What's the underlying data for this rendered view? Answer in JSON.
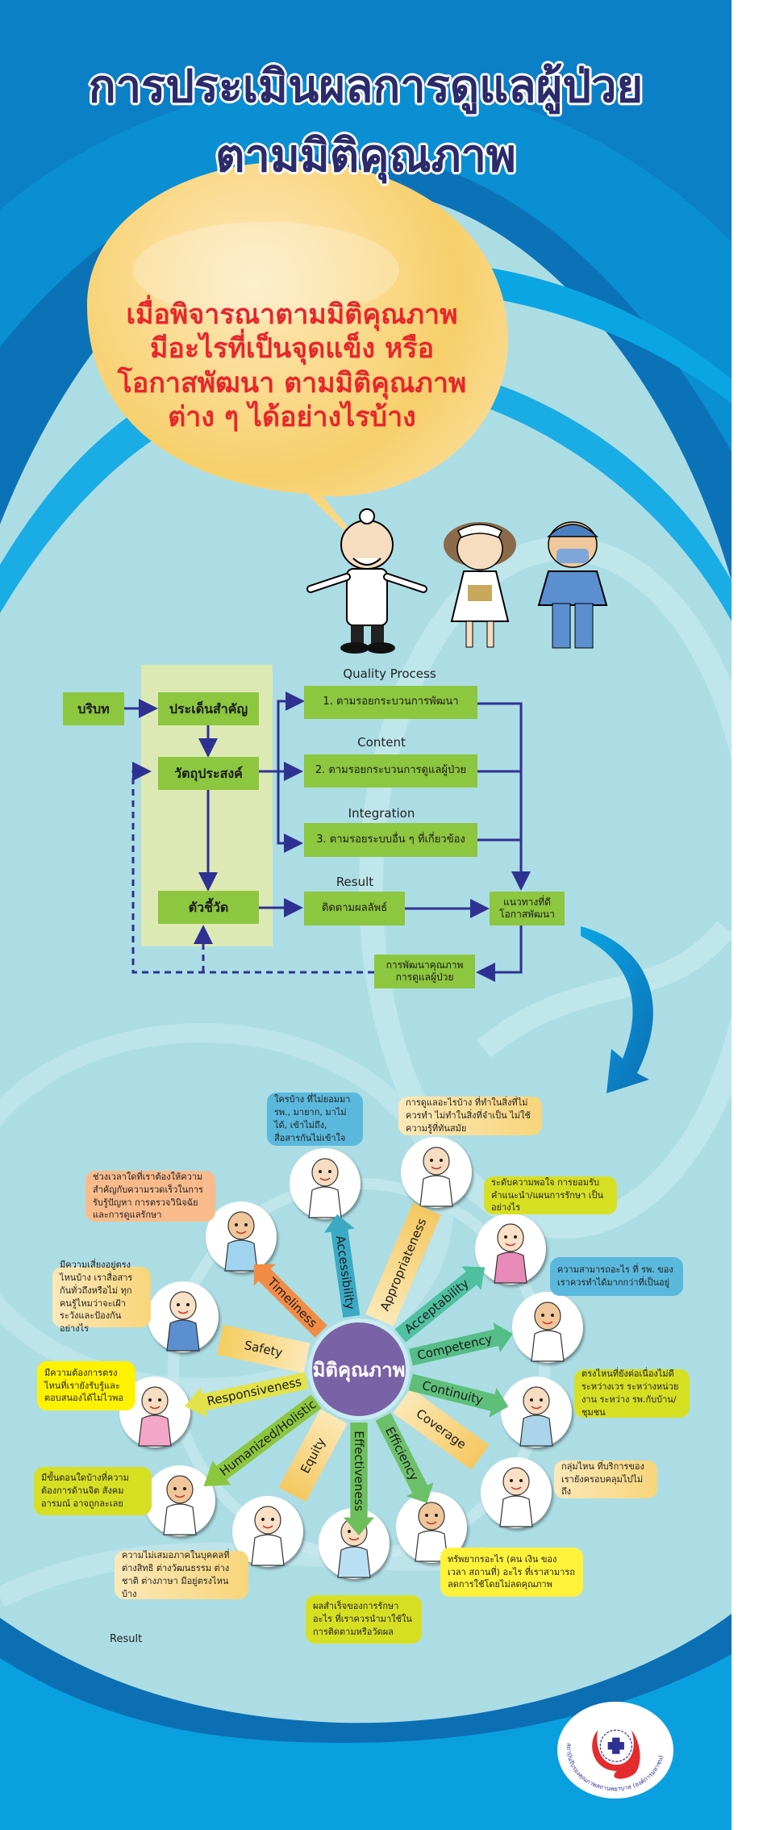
{
  "title": {
    "line1": "การประเมินผลการดูแลผู้ป่วย",
    "line2": "ตามมิติคุณภาพ"
  },
  "question": {
    "lines": [
      "เมื่อพิจารณาตามมิติคุณภาพ",
      "มีอะไรที่เป็นจุดแข็ง หรือ",
      "โอกาสพัฒนา ตามมิติคุณภาพ",
      "ต่าง ๆ ได้อย่างไรบ้าง"
    ]
  },
  "diagram": {
    "context": "บริบท",
    "key_issues": "ประเด็นสำคัญ",
    "objectives": "วัตถุประสงค์",
    "indicators": "ตัวชี้วัด",
    "quality_process_label": "Quality Process",
    "content_label": "Content",
    "integration_label": "Integration",
    "result_label": "Result",
    "track1": "1. ตามรอยกระบวนการพัฒนา",
    "track2": "2. ตามรอยกระบวนการดูแลผู้ป่วย",
    "track3": "3. ตามรอยระบบอื่น ๆ ที่เกี่ยวข้อง",
    "monitor": "ติดตามผลลัพธ์",
    "good_practice_line1": "แนวทางที่ดี",
    "good_practice_line2": "โอกาสพัฒนา",
    "improve_line1": "การพัฒนาคุณภาพ",
    "improve_line2": "การดูแลผู้ป่วย"
  },
  "dimensions": {
    "center": "มิติคุณภาพ",
    "spokes": [
      {
        "label": "Accessibility",
        "color": "#3aaac4",
        "shape": "arrow",
        "bubble_color": "#5ab8dc",
        "question": "ใครบ้าง ที่ไม่ยอมมา รพ., มายาก, มาไม่ได้, เข้าไม่ถึง, สื่อสารกันไม่เข้าใจ"
      },
      {
        "label": "Timeliness",
        "color": "#f28c45",
        "shape": "arrow",
        "bubble_color": "#f9bb8c",
        "question": "ช่วงเวลาใดที่เราต้องให้ความสำคัญกับความรวดเร็วในการรับรู้ปัญหา การตรวจวินิจฉัย และการดูแลรักษา"
      },
      {
        "label": "Safety",
        "color": "#f5cd5e",
        "shape": "bar",
        "bubble_color": "#f7d57a",
        "question": "มีความเสี่ยงอยู่ตรงไหนบ้าง เราสื่อสารกันทั่วถึงหรือไม่ ทุกคนรู้ไหมว่าจะเฝ้าระวังและป้องกันอย่างไร"
      },
      {
        "label": "Responsiveness",
        "color": "#e3e24a",
        "shape": "arrow",
        "bubble_color": "#fff200",
        "question": "มีความต้องการตรงไหนที่เรายังรับรู้และตอบสนองได้ไม่ไวพอ"
      },
      {
        "label": "Humanized/Holistic",
        "color": "#8cc63f",
        "shape": "arrow",
        "bubble_color": "#d7df23",
        "question": "มีขั้นตอนใดบ้างที่ความต้องการด้านจิต สังคม อารมณ์ อาจถูกละเลย"
      },
      {
        "label": "Equity",
        "color": "#f5c860",
        "shape": "bar",
        "bubble_color": "#f7d57a",
        "question": "ความไม่เสมอภาคในบุคคลที่ต่างสิทธิ ต่างวัฒนธรรม ต่างชาติ ต่างภาษา มีอยู่ตรงไหนบ้าง"
      },
      {
        "label": "Effectiveness",
        "color": "#6cbf5a",
        "shape": "arrow",
        "bubble_color": "#d7df23",
        "question": "ผลสำเร็จของการรักษาอะไร ที่เราควรนำมาใช้ในการติดตามหรือวัดผล"
      },
      {
        "label": "Efficiency",
        "color": "#6cc06a",
        "shape": "arrow",
        "bubble_color": "#fff23a",
        "question": "ทรัพยากรอะไร (คน เงิน ของ เวลา สถานที่) อะไร ที่เราสามารถลดการใช้โดยไม่ลดคุณภาพ"
      },
      {
        "label": "Coverage",
        "color": "#f5c860",
        "shape": "bar",
        "bubble_color": "#f7d57a",
        "question": "กลุ่มไหน ที่บริการของเรายังครอบคลุมไปไม่ถึง"
      },
      {
        "label": "Continuity",
        "color": "#5dbf7a",
        "shape": "arrow",
        "bubble_color": "#d7df23",
        "question": "ตรงไหนที่ยังต่อเนื่องไม่ดี ระหว่างเวร ระหว่างหน่วยงาน ระหว่าง รพ.กับบ้าน/ชุมชน"
      },
      {
        "label": "Competency",
        "color": "#55bd86",
        "shape": "arrow",
        "bubble_color": "#5ab8dc",
        "question": "ความสามารถอะไร ที่ รพ. ของเราควรทำได้มากกว่าที่เป็นอยู่"
      },
      {
        "label": "Acceptability",
        "color": "#4fc0a0",
        "shape": "arrow",
        "bubble_color": "#d7df23",
        "question": "ระดับความพอใจ การยอมรับคำแนะนำ/แผนการรักษา เป็นอย่างไร"
      },
      {
        "label": "Appropriateness",
        "color": "#f5c860",
        "shape": "bar",
        "bubble_color": "#f7d57a",
        "question": "การดูแลอะไรบ้าง ที่ทำในสิ่งที่ไม่ควรทำ ไม่ทำในสิ่งที่จำเป็น ไม่ใช้ความรู้ที่ทันสมัย"
      }
    ]
  },
  "footer": {
    "result_label": "Result"
  },
  "logo": {
    "text": "สถาบันรับรองคุณภาพสถานพยาบาล (องค์การมหาชน)"
  },
  "colors": {
    "flow_line": "#2e3192",
    "box_green": "#8dc63f",
    "center_purple": "#7a62a6",
    "title_navy": "#2b2a6b",
    "question_red": "#e8262b"
  }
}
